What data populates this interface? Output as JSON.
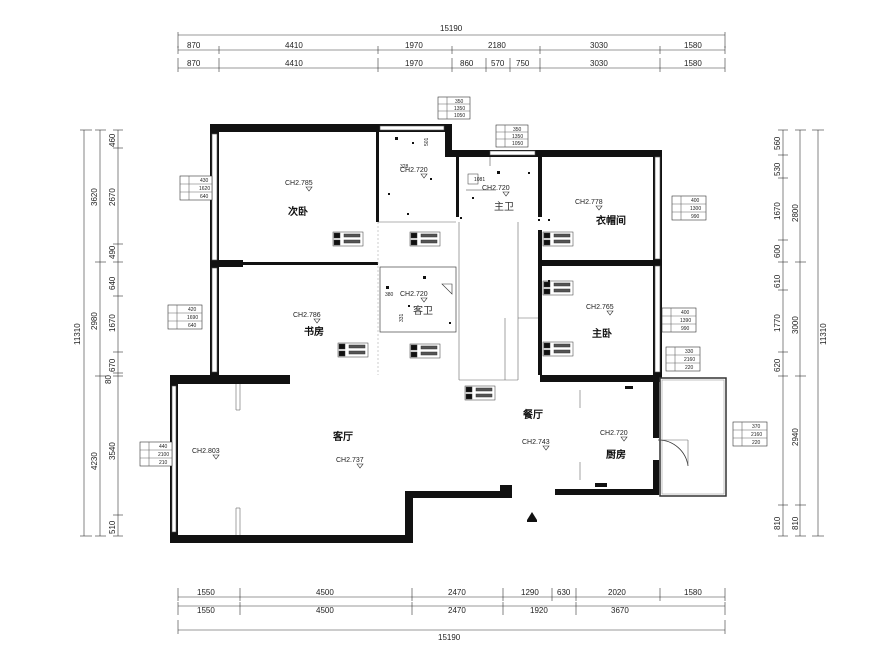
{
  "top_total": "15190",
  "top_row1": [
    "870",
    "4410",
    "1970",
    "2180",
    "3030",
    "1580"
  ],
  "top_row2": [
    "870",
    "4410",
    "1970",
    "860",
    "570",
    "750",
    "3030",
    "1580"
  ],
  "bottom_row1": [
    "1550",
    "4500",
    "2470",
    "1290",
    "630",
    "2020",
    "1580"
  ],
  "bottom_row2": [
    "1550",
    "4500",
    "2470",
    "1920",
    "3670"
  ],
  "bottom_total": "15190",
  "left_outer": [
    "3620",
    "2980",
    "4230"
  ],
  "left_inner": [
    "460",
    "2670",
    "490",
    "640",
    "1670",
    "670",
    "80",
    "3540",
    "510"
  ],
  "left_total": "11310",
  "right_outer": [
    "2800",
    "3000",
    "2940",
    "810"
  ],
  "right_inner": [
    "560",
    "530",
    "1670",
    "600",
    "610",
    "1770",
    "620",
    "810"
  ],
  "right_total": "11310",
  "rooms": {
    "bedroom2": "次卧",
    "study": "书房",
    "master_bath": "主卫",
    "guest_bath": "客卫",
    "cloakroom": "衣帽间",
    "master_bedroom": "主卧",
    "living": "客厅",
    "dining": "餐厅",
    "kitchen": "厨房"
  },
  "ceiling_heights": {
    "bedroom2": "CH2.785",
    "bath_area": "CH2.720",
    "master_bath": "CH2.720",
    "cloakroom": "CH2.778",
    "study": "CH2.786",
    "guest_bath": "CH2.720",
    "master_bedroom": "CH2.765",
    "entry": "CH2.803",
    "living": "CH2.737",
    "dining": "CH2.743",
    "kitchen": "CH2.720"
  },
  "window_tags": {
    "top_left": [
      "350",
      "1350",
      "1050"
    ],
    "top_mid": [
      "350",
      "1350",
      "1050"
    ],
    "left_upper": [
      "430",
      "1620",
      "640"
    ],
    "left_mid": [
      "420",
      "1690",
      "640"
    ],
    "left_low": [
      "440",
      "2100",
      "210"
    ],
    "right_upper": [
      "400",
      "1300",
      "990"
    ],
    "right_mid": [
      "400",
      "1390",
      "990"
    ],
    "right_low": [
      "330",
      "2160",
      "220"
    ],
    "right_kitchen": [
      "370",
      "2160",
      "220"
    ]
  },
  "small_notes": [
    "501",
    "328",
    "1081",
    "380",
    "331"
  ]
}
